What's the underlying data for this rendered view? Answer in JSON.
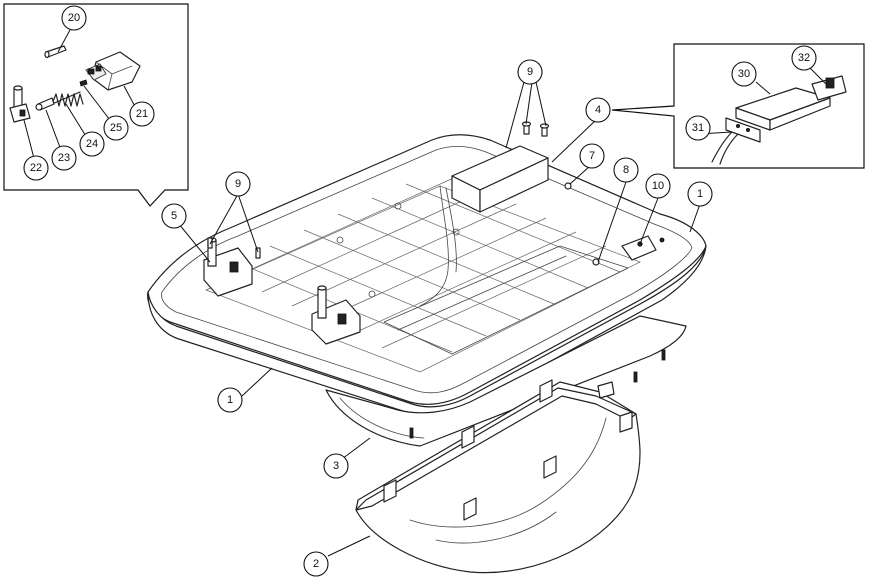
{
  "callouts": [
    {
      "id": "c20",
      "label": "20"
    },
    {
      "id": "c21",
      "label": "21"
    },
    {
      "id": "c22",
      "label": "22"
    },
    {
      "id": "c23",
      "label": "23"
    },
    {
      "id": "c24",
      "label": "24"
    },
    {
      "id": "c25",
      "label": "25"
    },
    {
      "id": "c5",
      "label": "5"
    },
    {
      "id": "c9a",
      "label": "9"
    },
    {
      "id": "c9b",
      "label": "9"
    },
    {
      "id": "c4",
      "label": "4"
    },
    {
      "id": "c7",
      "label": "7"
    },
    {
      "id": "c8",
      "label": "8"
    },
    {
      "id": "c10",
      "label": "10"
    },
    {
      "id": "c1a",
      "label": "1"
    },
    {
      "id": "c1b",
      "label": "1"
    },
    {
      "id": "c3",
      "label": "3"
    },
    {
      "id": "c2",
      "label": "2"
    },
    {
      "id": "c30",
      "label": "30"
    },
    {
      "id": "c31",
      "label": "31"
    },
    {
      "id": "c32",
      "label": "32"
    }
  ]
}
